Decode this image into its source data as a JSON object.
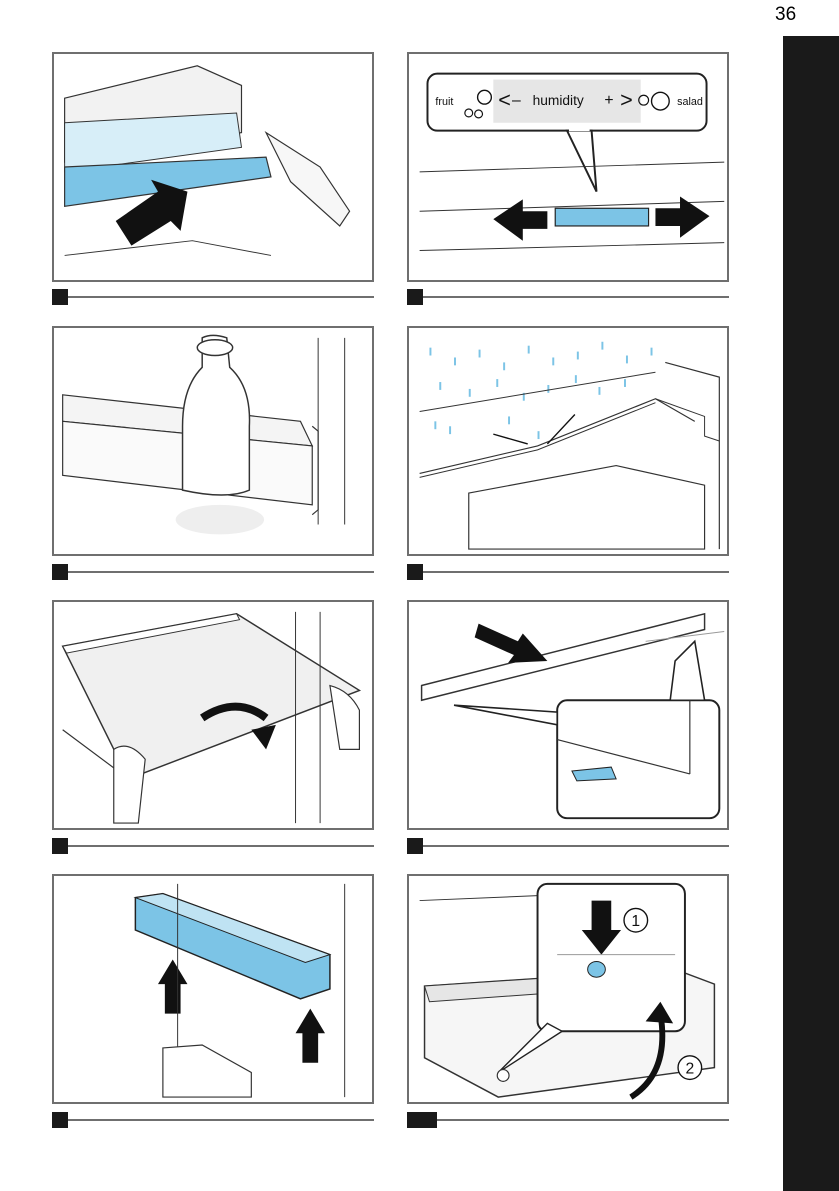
{
  "page": {
    "number": "36"
  },
  "humidity_control": {
    "left_label": "fruit",
    "center_label": "humidity",
    "minus": "–",
    "plus": "+",
    "right_label": "salad"
  },
  "drawer_steps": {
    "step1": "1",
    "step2": "2"
  }
}
